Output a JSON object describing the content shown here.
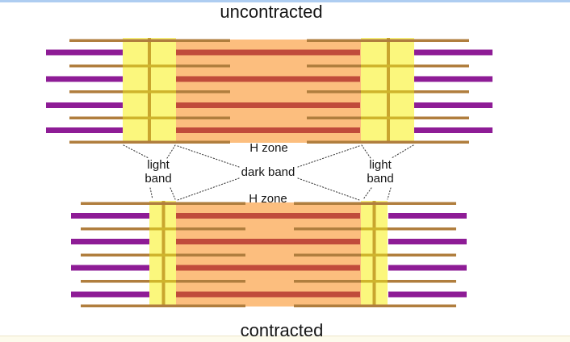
{
  "figure": {
    "title_top": "uncontracted",
    "title_bottom": "contracted"
  },
  "labels": {
    "h_zone_top": "H zone",
    "h_zone_bottom": "H zone",
    "light_band_left": "light band",
    "light_band_right": "light band",
    "dark_band": "dark band"
  },
  "colors": {
    "top_border_blue": "#aecdf1",
    "bottom_strip_cream": "#fdfbec",
    "title_text": "#161616",
    "label_text": "#161616",
    "actin_brown": "#b07e3e",
    "myosin_purple": "#8e1c96",
    "myosin_red": "#c04b3b",
    "dark_band_orange": "#fcbe7e",
    "light_band_yellow": "#fbf77d",
    "z_line_mustard": "#c9a52e",
    "band_crossing_mustard": "#cfb42c",
    "leader_dotted": "#3c3c3c"
  }
}
